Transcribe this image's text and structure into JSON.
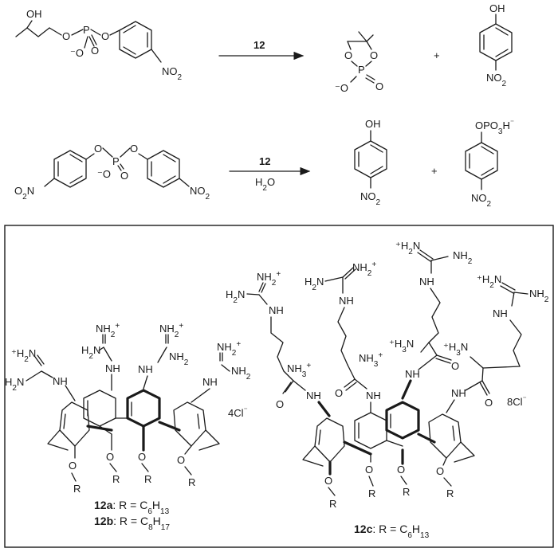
{
  "reaction1": {
    "reagent": "12",
    "oh": "OH",
    "o": "O",
    "p": "P",
    "ominus": "-O",
    "no2": "NO2",
    "plus": "+"
  },
  "reaction2": {
    "reagent": "12",
    "water": "H2O",
    "oh": "OH",
    "opo3h": "OPO3H-",
    "no2": "NO2",
    "plus": "+"
  },
  "box": {
    "left_counterion": "4Cl-",
    "right_counterion": "8Cl-",
    "caption_12a_id": "12a",
    "caption_12a_text": ": R = C6H13",
    "caption_12b_id": "12b",
    "caption_12b_text": ": R = C8H17",
    "caption_12c_id": "12c",
    "caption_12c_text": ": R = C6H13",
    "guanidinium_h2n": "H2N",
    "guanidinium_nh2plus": "NH2+",
    "guanidinium_nh": "NH",
    "ammonium": "NH3+",
    "amide_nh": "NH",
    "o_r": "O",
    "r": "R"
  }
}
